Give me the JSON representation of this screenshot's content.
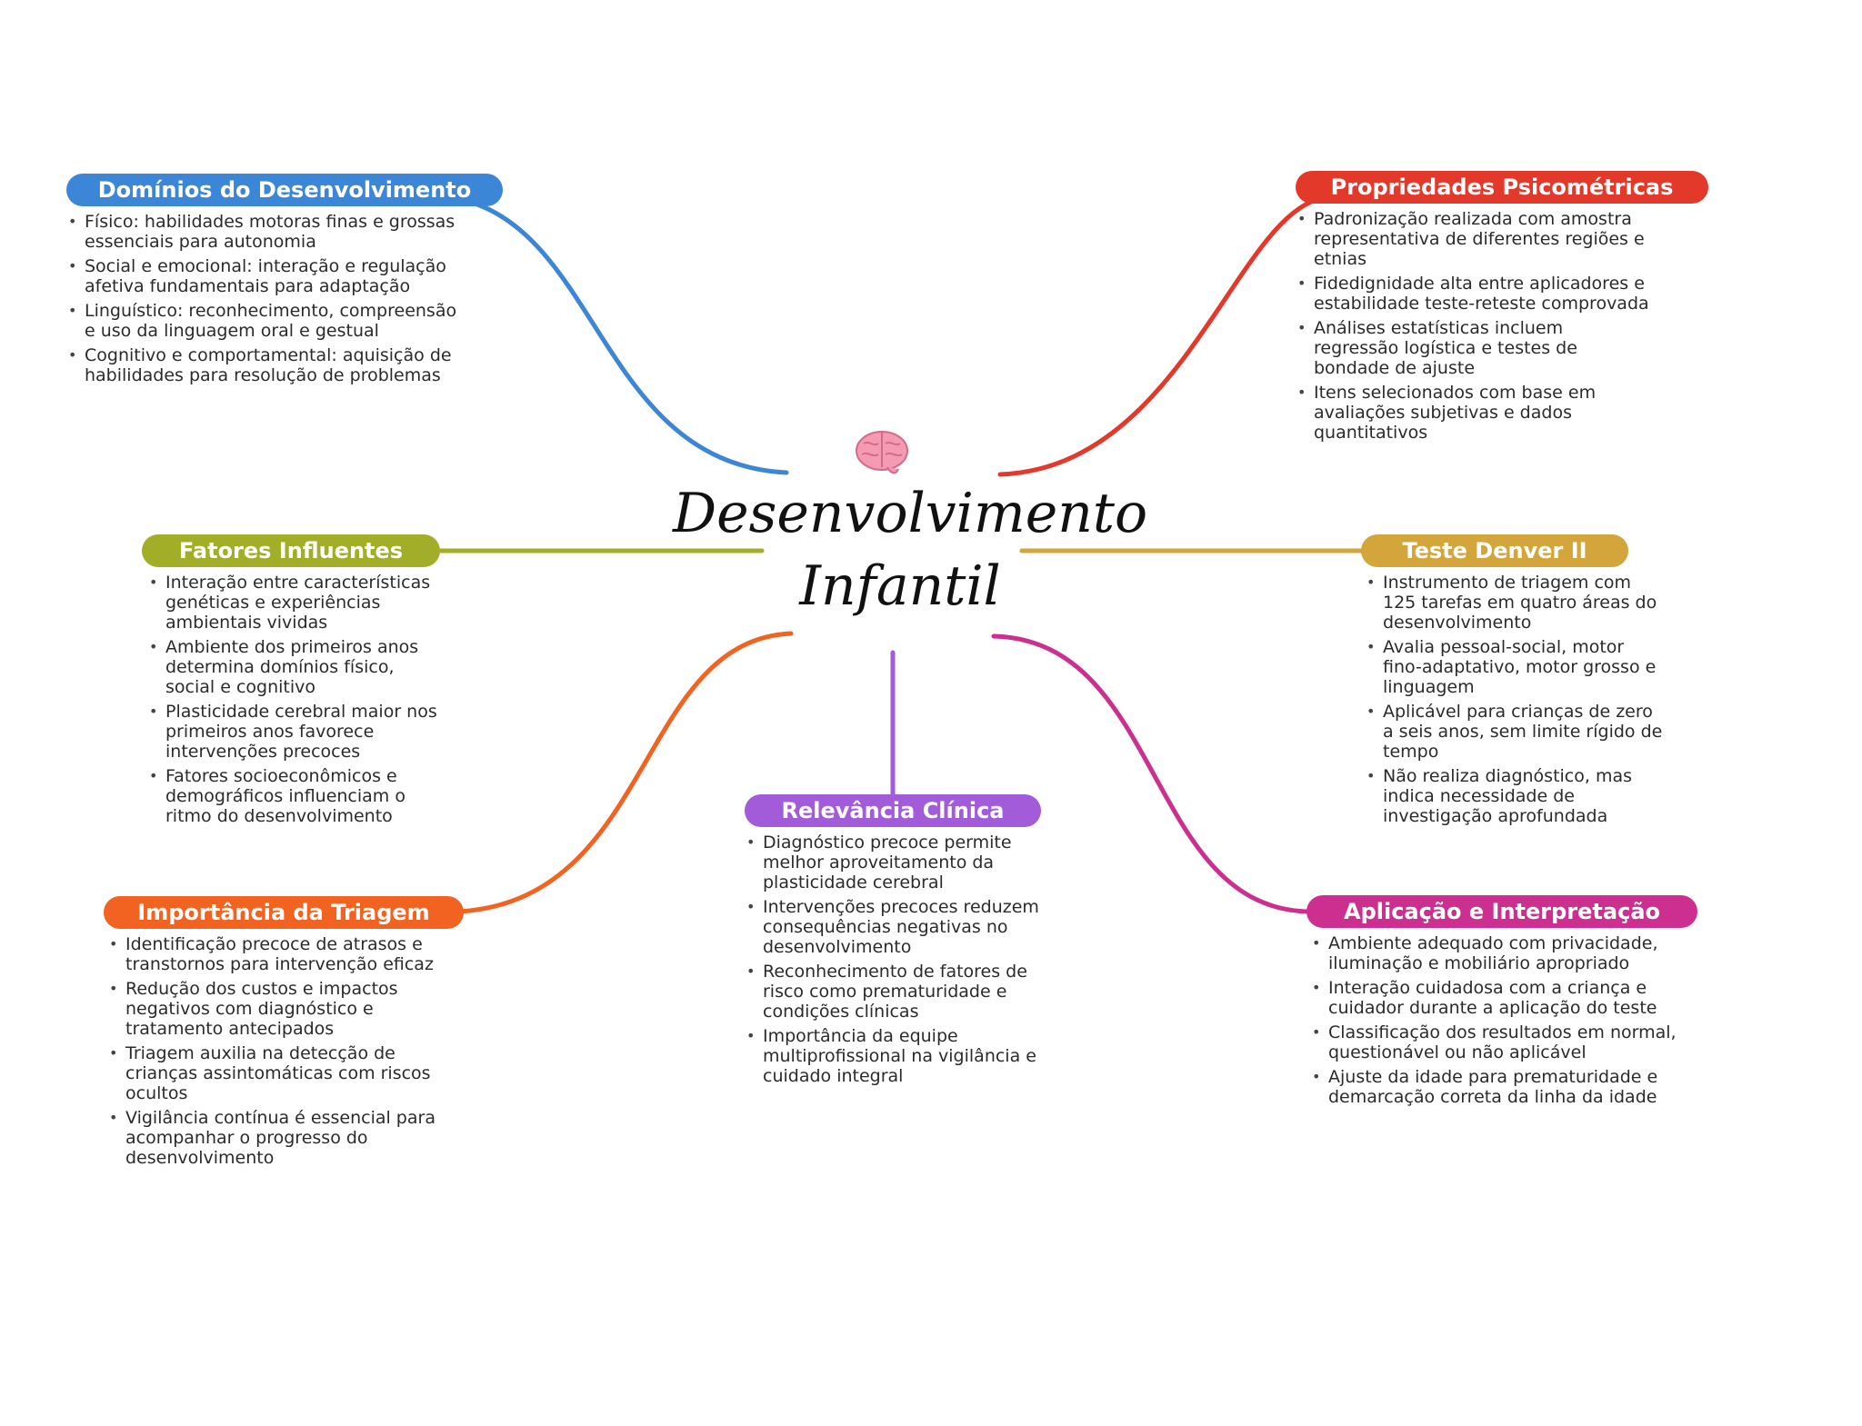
{
  "center": {
    "title": "Desenvolvimento Infantil",
    "icon": "brain-icon"
  },
  "branches": [
    {
      "title": "Domínios do Desenvolvimento",
      "color": "#3b86d6",
      "items": [
        "Físico: habilidades motoras finas e grossas essenciais para autonomia",
        "Social e emocional: interação e regulação afetiva fundamentais para adaptação",
        "Linguístico: reconhecimento, compreensão e uso da linguagem oral e gestual",
        "Cognitivo e comportamental: aquisição de habilidades para resolução de problemas"
      ]
    },
    {
      "title": "Propriedades Psicométricas",
      "color": "#e2392b",
      "items": [
        "Padronização realizada com amostra representativa de diferentes regiões e etnias",
        "Fidedignidade alta entre aplicadores e estabilidade teste-reteste comprovada",
        "Análises estatísticas incluem regressão logística e testes de bondade de ajuste",
        "Itens selecionados com base em avaliações subjetivas e dados quantitativos"
      ]
    },
    {
      "title": "Fatores Influentes",
      "color": "#a2ad28",
      "items": [
        "Interação entre características genéticas e experiências ambientais vividas",
        "Ambiente dos primeiros anos determina domínios físico, social e cognitivo",
        "Plasticidade cerebral maior nos primeiros anos favorece intervenções precoces",
        "Fatores socioeconômicos e demográficos influenciam o ritmo do desenvolvimento"
      ]
    },
    {
      "title": "Teste Denver II",
      "color": "#d4a53a",
      "items": [
        "Instrumento de triagem com 125 tarefas em quatro áreas do desenvolvimento",
        "Avalia pessoal-social, motor fino-adaptativo, motor grosso e linguagem",
        "Aplicável para crianças de zero a seis anos, sem limite rígido de tempo",
        "Não realiza diagnóstico, mas indica necessidade de investigação aprofundada"
      ]
    },
    {
      "title": "Relevância Clínica",
      "color": "#a25bd9",
      "items": [
        "Diagnóstico precoce permite melhor aproveitamento da plasticidade cerebral",
        "Intervenções precoces reduzem consequências negativas no desenvolvimento",
        "Reconhecimento de fatores de risco como prematuridade e condições clínicas",
        "Importância da equipe multiprofissional na vigilância e cuidado integral"
      ]
    },
    {
      "title": "Importância da Triagem",
      "color": "#f26322",
      "items": [
        "Identificação precoce de atrasos e transtornos para intervenção eficaz",
        "Redução dos custos e impactos negativos com diagnóstico e tratamento antecipados",
        "Triagem auxilia na detecção de crianças assintomáticas com riscos ocultos",
        "Vigilância contínua é essencial para acompanhar o progresso do desenvolvimento"
      ]
    },
    {
      "title": "Aplicação e Interpretação",
      "color": "#cc2f8f",
      "items": [
        "Ambiente adequado com privacidade, iluminação e mobiliário apropriado",
        "Interação cuidadosa com a criança e cuidador durante a aplicação do teste",
        "Classificação dos resultados em normal, questionável ou não aplicável",
        "Ajuste da idade para prematuridade e demarcação correta da linha da idade"
      ]
    }
  ]
}
